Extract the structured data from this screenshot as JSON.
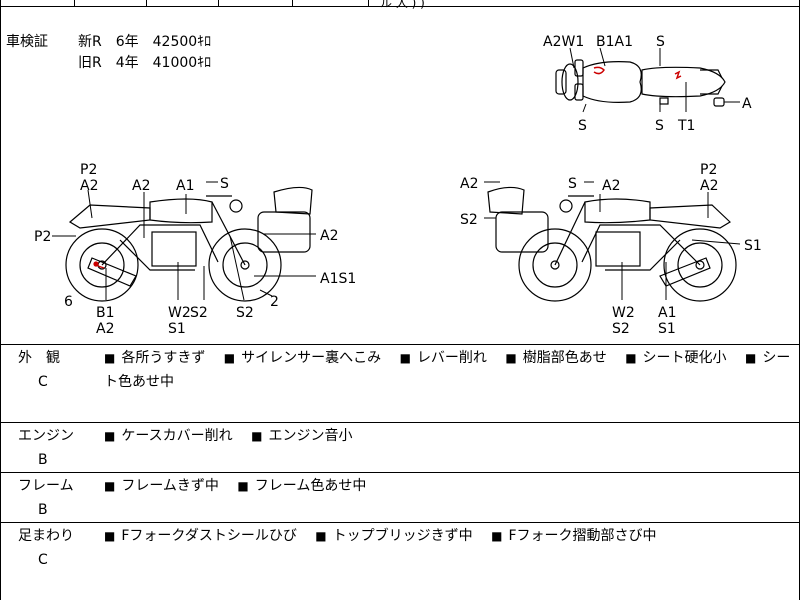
{
  "top_row": {
    "visible_text": "ル 人 ) )"
  },
  "inspection": {
    "label": "車検証",
    "new_line": "新R　6年　42500ｷﾛ",
    "old_line": "旧R　4年　41000ｷﾛ"
  },
  "diagram_top": {
    "labels_top": [
      "A2W1",
      "B1A1",
      "S"
    ],
    "labels_bottom": [
      "S",
      "S",
      "T1"
    ],
    "label_right": "A"
  },
  "diagram_left": {
    "labels": [
      "P2",
      "A2",
      "A2",
      "A1",
      "S",
      "P2",
      "A2",
      "A1S1",
      "6",
      "B1",
      "A2",
      "W2",
      "S2",
      "S1",
      "S2",
      "2"
    ]
  },
  "diagram_right": {
    "labels": [
      "A2",
      "S",
      "A2",
      "P2",
      "A2",
      "S2",
      "S1",
      "W2",
      "S2",
      "A1",
      "S1"
    ]
  },
  "sections": [
    {
      "name": "外　観",
      "grade": "C",
      "items": [
        "各所うすきず",
        "サイレンサー裏へこみ",
        "レバー削れ",
        "樹脂部色あせ",
        "シート硬化小",
        "シート色あせ中"
      ]
    },
    {
      "name": "エンジン",
      "grade": "B",
      "items": [
        "ケースカバー削れ",
        "エンジン音小"
      ]
    },
    {
      "name": "フレーム",
      "grade": "B",
      "items": [
        "フレームきず中",
        "フレーム色あせ中"
      ]
    },
    {
      "name": "足まわり",
      "grade": "C",
      "items": [
        "Fフォークダストシールひび",
        "トップブリッジきず中",
        "Fフォーク摺動部さび中"
      ]
    }
  ],
  "bullet_symbol": "■"
}
